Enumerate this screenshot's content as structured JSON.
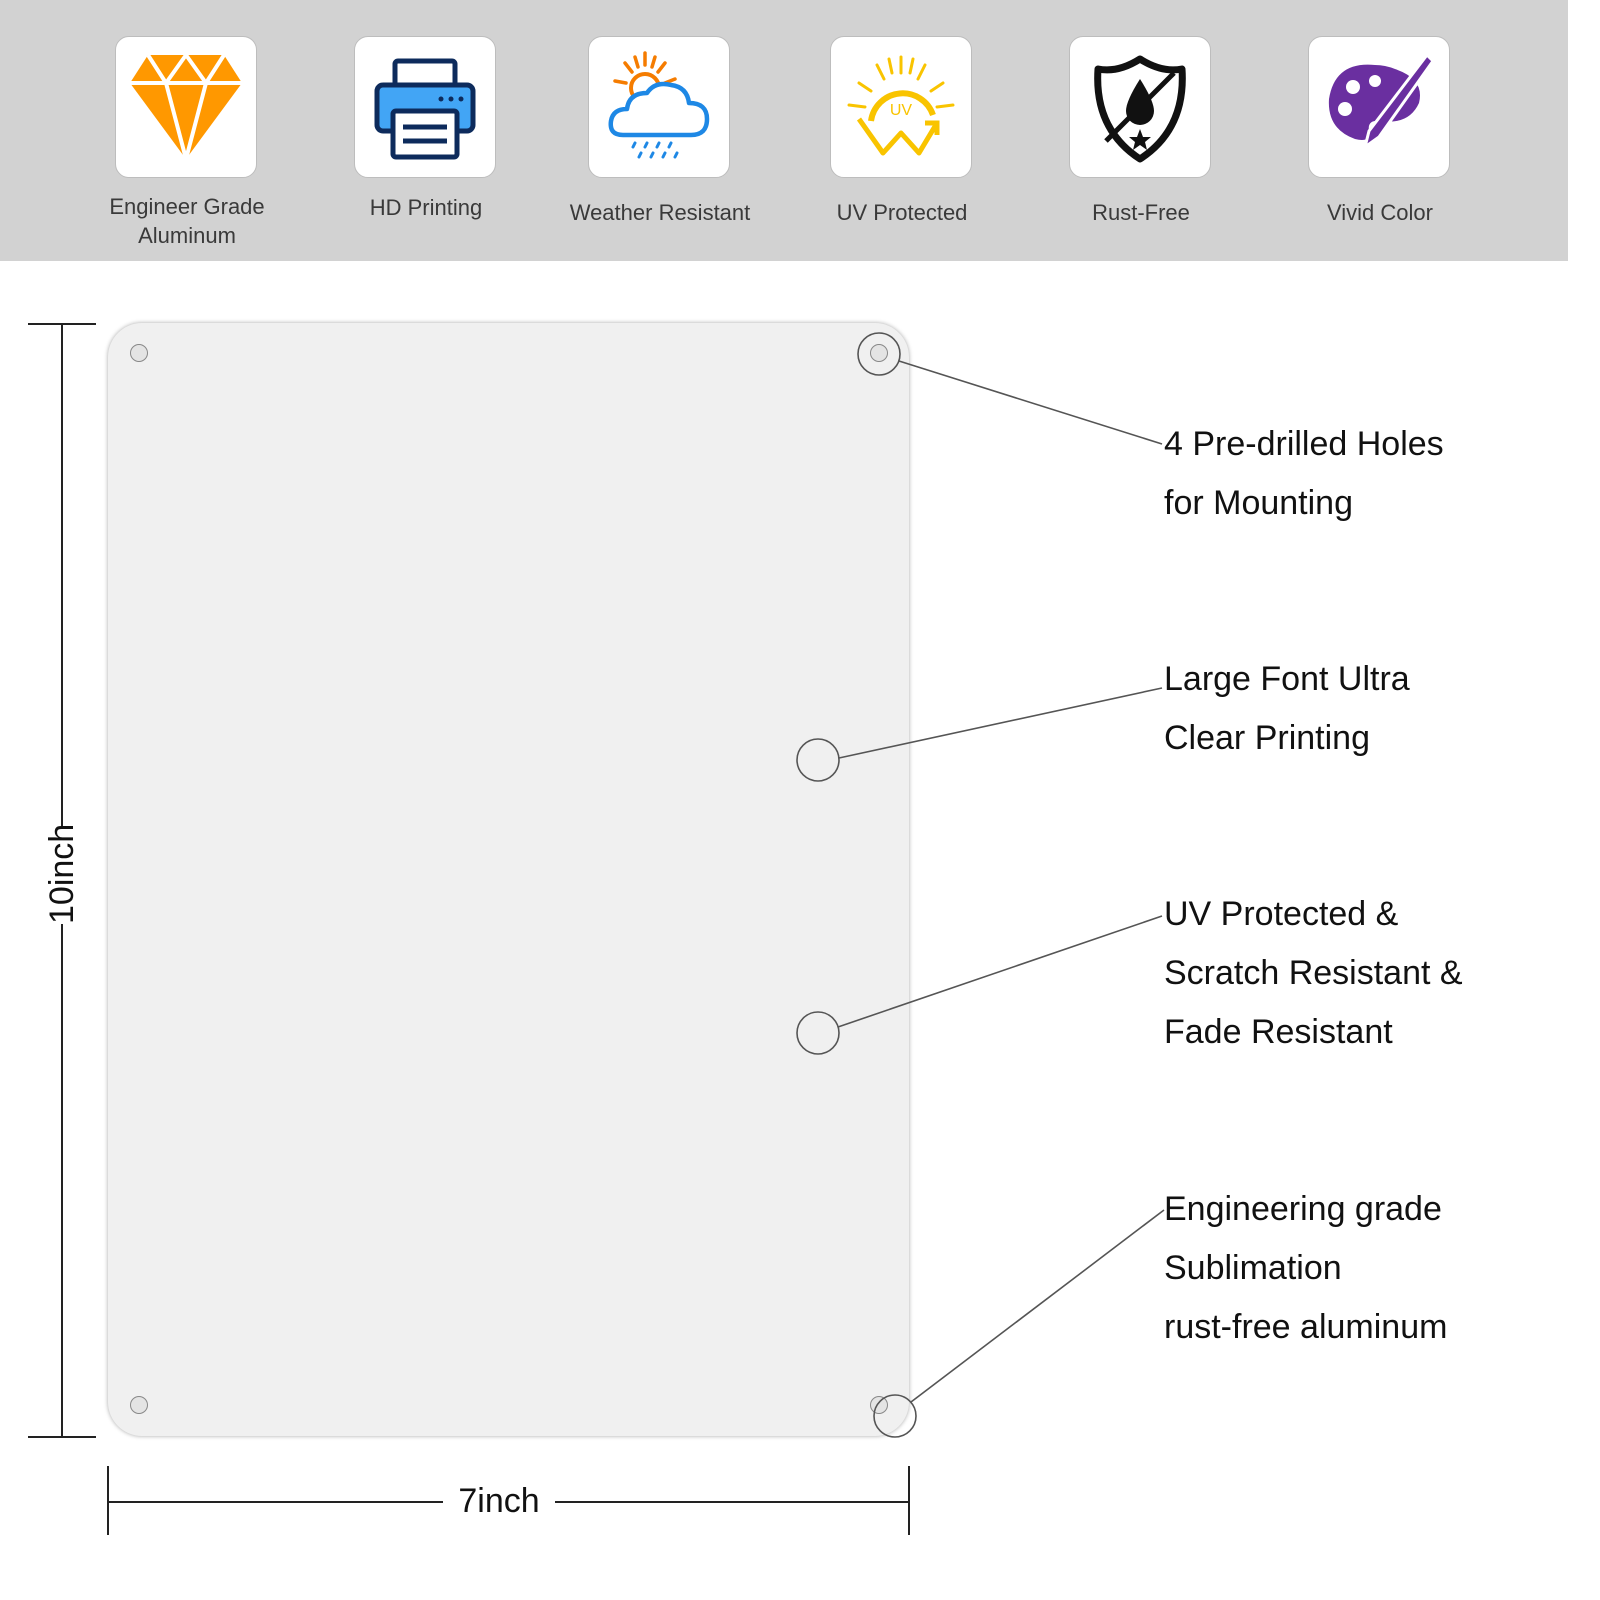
{
  "features": [
    {
      "icon": "diamond-icon",
      "label_line1": "Engineer Grade",
      "label_line2": "Aluminum",
      "color": "#ff9800"
    },
    {
      "icon": "printer-icon",
      "label_line1": "HD Printing",
      "label_line2": "",
      "color": "#1e88e5"
    },
    {
      "icon": "weather-cloud-icon",
      "label_line1": "Weather Resistant",
      "label_line2": "",
      "color": "#f57c00"
    },
    {
      "icon": "uv-sun-icon",
      "label_line1": "UV Protected",
      "label_line2": "",
      "color": "#f9c400"
    },
    {
      "icon": "shield-drop-icon",
      "label_line1": "Rust-Free",
      "label_line2": "",
      "color": "#111111"
    },
    {
      "icon": "palette-icon",
      "label_line1": "Vivid Color",
      "label_line2": "",
      "color": "#6a2fa0"
    }
  ],
  "callouts": [
    {
      "lines": [
        "4 Pre-drilled Holes",
        "for Mounting"
      ]
    },
    {
      "lines": [
        "Large Font Ultra",
        "Clear Printing"
      ]
    },
    {
      "lines": [
        "UV Protected &",
        "Scratch Resistant &",
        "Fade Resistant"
      ]
    },
    {
      "lines": [
        "Engineering grade",
        "Sublimation",
        "rust-free aluminum"
      ]
    }
  ],
  "dimensions": {
    "width_label": "7inch",
    "height_label": "10inch"
  }
}
